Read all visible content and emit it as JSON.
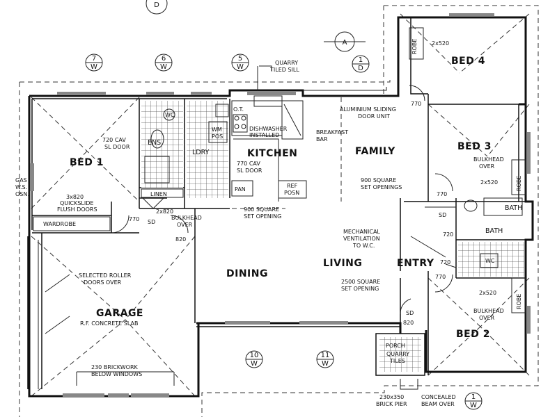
{
  "rooms": {
    "bed1": "BED 1",
    "bed2": "BED 2",
    "bed3": "BED 3",
    "bed4": "BED 4",
    "ens": "ENS",
    "lory": "LDRY",
    "kitchen": "KITCHEN",
    "family": "FAMILY",
    "dining": "DINING",
    "living": "LIVING",
    "entry": "ENTRY",
    "garage": "GARAGE",
    "bath": "BATH",
    "bath_small": "BATH",
    "porch": "PORCH",
    "wardrobe": "WARDROBE",
    "linen": "LINEN",
    "pan": "PAN",
    "robe_bed4": "ROBE",
    "robe_bed3": "ROBE",
    "robe_bed2": "ROBE"
  },
  "notes": {
    "quarry_sill_1": "QUARRY",
    "quarry_sill_2": "TILED SILL",
    "alum_door_1": "ALUMINIUM SLIDING",
    "alum_door_2": "DOOR UNIT",
    "dishwasher_1": "DISHWASHER",
    "dishwasher_2": "INSTALLED",
    "breakfast_1": "BREAKFAST",
    "breakfast_2": "BAR",
    "cav_bed1_1": "720 CAV",
    "cav_bed1_2": "SL DOOR",
    "cav_kitchen_1": "770 CAV",
    "cav_kitchen_2": "SL DOOR",
    "flush_1": "3x820",
    "flush_2": "QUICKSLIDE",
    "flush_3": "FLUSH DOORS",
    "bulkhead_1a": "BULKHEAD",
    "bulkhead_1b": "OVER",
    "opening_900_1a": "900 SQUARE",
    "opening_900_1b": "SET OPENING",
    "opening_900_2a": "900 SQUARE",
    "opening_900_2b": "SET OPENINGS",
    "ref_posn_1": "REF",
    "ref_posn_2": "POSN",
    "bulkhead_3a": "BULKHEAD",
    "bulkhead_3b": "OVER",
    "mech_1": "MECHANICAL",
    "mech_2": "VENTILATION",
    "mech_3": "TO W.C.",
    "opening_2500_1": "2500 SQUARE",
    "opening_2500_2": "SET OPENING",
    "roller_1": "SELECTED ROLLER",
    "roller_2": "DOORS OVER",
    "slab": "R.F. CONCRETE SLAB",
    "brick_1": "230 BRICKWORK",
    "brick_2": "BELOW WINDOWS",
    "bulkhead_2a": "BULKHEAD",
    "bulkhead_2b": "OVER",
    "quarry_tiles_1": "QUARRY",
    "quarry_tiles_2": "TILES",
    "pier_1": "230x350",
    "pier_2": "BRICK PIER",
    "beam_1": "CONCEALED",
    "beam_2": "BEAM OVER",
    "gas_1": "GAS",
    "gas_2": "W.S.",
    "gas_3": "OSN."
  },
  "dims": {
    "d_2x520_bed4": "2x520",
    "d_770_top": "770",
    "d_2x520_bed3": "2x520",
    "d_770_a": "770",
    "d_720_a": "720",
    "d_720_b": "720",
    "d_770_b": "770",
    "d_2x520_bed2": "2x520",
    "d_820_entry": "820",
    "d_820_dining": "820",
    "d_770_bed1": "770",
    "d_2x820": "2x820",
    "wc1": "WC",
    "wc2": "WC",
    "wc3": "WC",
    "sd1": "SD",
    "sd2": "SD",
    "sd3": "SD",
    "ot": "O.T.",
    "wm": "WM",
    "pos": "POS"
  },
  "markers": {
    "d_top": "D",
    "a_num": "A",
    "m1_num": "1",
    "m1_den": "D",
    "m7_num": "7",
    "m7_den": "W",
    "m6_num": "6",
    "m6_den": "W",
    "m5_num": "5",
    "m5_den": "W",
    "m10_num": "10",
    "m10_den": "W",
    "m11_num": "11",
    "m11_den": "W",
    "m1w_num": "1",
    "m1w_den": "W"
  }
}
